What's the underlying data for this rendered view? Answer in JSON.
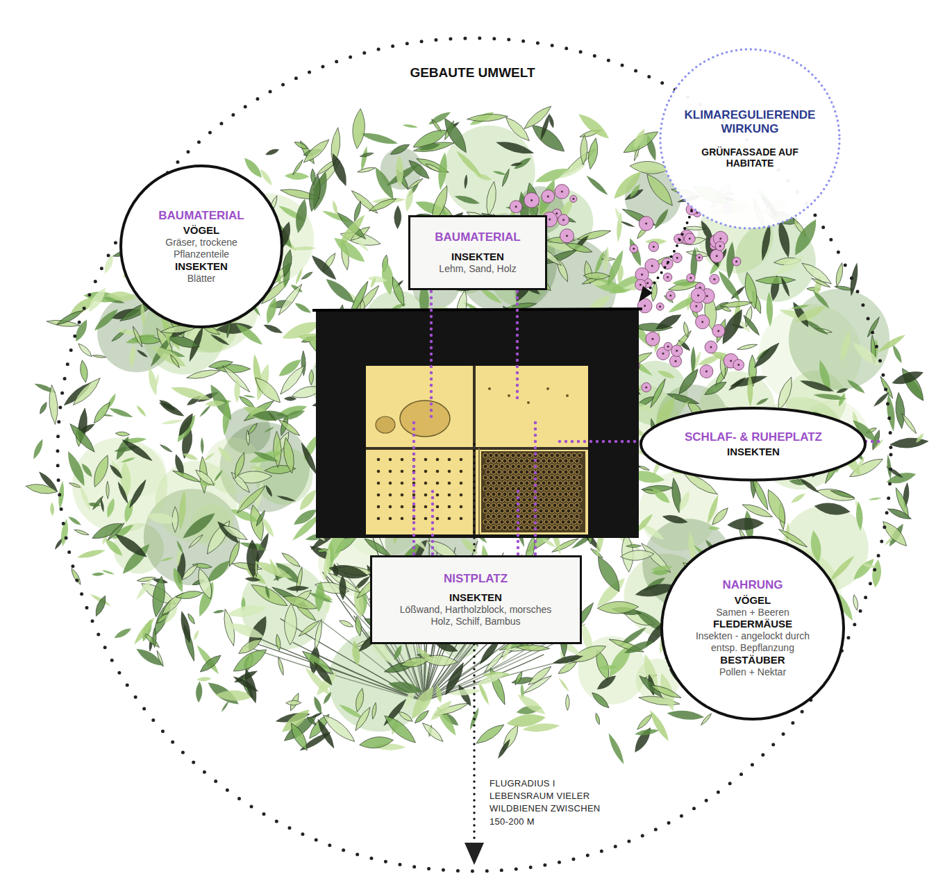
{
  "diagram": {
    "title": "GEBAUTE UMWELT",
    "nodes": [
      {
        "text": [
          "BAUMATERIAL",
          "VÖGEL",
          "Gräser, trockene Pflanzenteile",
          "INSEKTEN",
          "Blätter"
        ]
      },
      {
        "text": [
          "BAUMATERIAL",
          "INSEKTEN",
          "Lehm, Sand, Holz"
        ]
      },
      {
        "text": [
          "KLIMAREGULIERENDE WIRKUNG",
          "GRÜNFASSADE AUF HABITATE"
        ]
      },
      {
        "text": [
          "SCHLAF- & RUHEPLATZ",
          "INSEKTEN"
        ]
      },
      {
        "text": [
          "NISTPLATZ",
          "INSEKTEN",
          "Lößwand, Hartholzblock, morsches Holz, Schilf, Bambus"
        ]
      },
      {
        "text": [
          "NAHRUNG",
          "VÖGEL",
          "Samen + Beeren",
          "FLEDERMÄUSE",
          "Insekten - angelockt durch entsp. Bepflanzung",
          "BESTÄUBER",
          "Pollen + Nektar"
        ]
      }
    ],
    "labels": [
      "FLUGRADIUS I LEBENSRAUM VIELER WILDBIENEN ZWISCHEN 150-200 M"
    ]
  }
}
